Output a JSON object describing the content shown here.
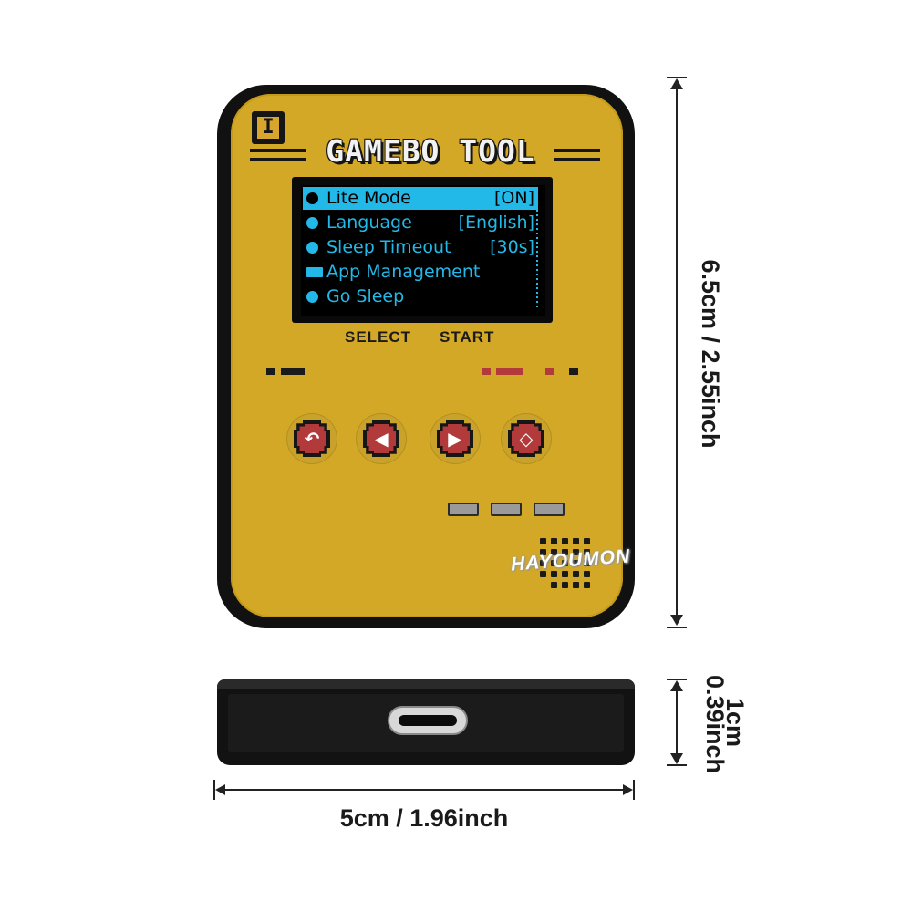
{
  "device": {
    "logo_letter": "I",
    "title": "GAMEBO TOOL",
    "select_label": "SELECT",
    "start_label": "START",
    "watermark": "HAYOUMON"
  },
  "screen": {
    "accent_color": "#22b9e8",
    "menu": [
      {
        "label": "Lite Mode",
        "value": "[ON]",
        "selected": true,
        "icon": "lite-mode-icon"
      },
      {
        "label": "Language",
        "value": "[English]",
        "selected": false,
        "icon": "language-icon"
      },
      {
        "label": "Sleep Timeout",
        "value": "[30s]",
        "selected": false,
        "icon": "sleep-timeout-icon"
      },
      {
        "label": "App Management",
        "value": "",
        "selected": false,
        "icon": "app-management-icon"
      },
      {
        "label": "Go Sleep",
        "value": "",
        "selected": false,
        "icon": "go-sleep-icon"
      }
    ]
  },
  "buttons": [
    {
      "name": "back-button",
      "icon": "back-arrow-icon",
      "glyph": "↶"
    },
    {
      "name": "left-button",
      "icon": "left-triangle-icon",
      "glyph": "◀"
    },
    {
      "name": "right-button",
      "icon": "right-triangle-icon",
      "glyph": "▶"
    },
    {
      "name": "action-button",
      "icon": "diamond-icon",
      "glyph": "◇"
    }
  ],
  "dimensions": {
    "height": "6.5cm / 2.55inch",
    "thickness_cm": "1cm",
    "thickness_in": "0.39inch",
    "width": "5cm / 1.96inch"
  },
  "colors": {
    "faceplate": "#d4a827",
    "shell": "#111111",
    "button_red": "#b23a3a",
    "indicator_red": "#b23a3a"
  }
}
